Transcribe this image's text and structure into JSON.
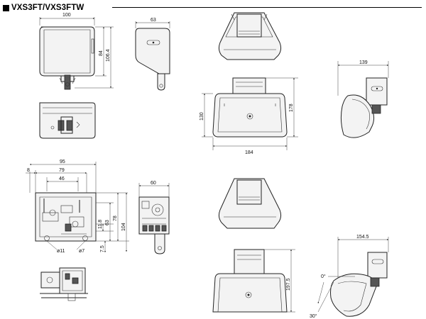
{
  "title": "VXS3FT/VXS3FTW",
  "dimensions": {
    "front_width": "100",
    "front_height": "84",
    "front_height_total": "106.4",
    "side_width": "63",
    "cabinet_width": "184",
    "cabinet_height_left": "130",
    "cabinet_height_right": "178",
    "side_view_width": "139",
    "bracket_width": "95",
    "bracket_width_inner": "79",
    "bracket_offset": "8",
    "bracket_hole_spacing": "46",
    "bracket_right_width": "60",
    "bracket_dim_11_8": "11.8",
    "bracket_dim_63": "63",
    "bracket_dim_78": "78",
    "bracket_dim_104": "104",
    "bracket_dim_7_5": "7.5",
    "hole_large": "ø11",
    "hole_small": "ø7",
    "tilt_width": "154.5",
    "tilt_height": "197.5",
    "angle_zero": "0°",
    "angle_thirty": "30°"
  },
  "icons": [
    "arrow-marker-icon",
    "screw-icon"
  ]
}
